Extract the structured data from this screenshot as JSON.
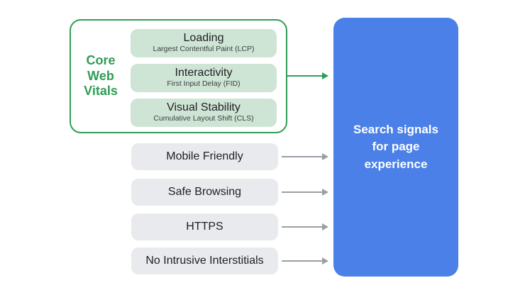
{
  "diagram": {
    "core_web_vitals": {
      "label": "Core Web Vitals",
      "label_lines": [
        "Core",
        "Web",
        "Vitals"
      ],
      "items": [
        {
          "title": "Loading",
          "subtitle": "Largest Contentful Paint (LCP)"
        },
        {
          "title": "Interactivity",
          "subtitle": "First Input Delay (FID)"
        },
        {
          "title": "Visual Stability",
          "subtitle": "Cumulative Layout Shift (CLS)"
        }
      ]
    },
    "other_signals": [
      {
        "label": "Mobile Friendly"
      },
      {
        "label": "Safe Browsing"
      },
      {
        "label": "HTTPS"
      },
      {
        "label": "No Intrusive Interstitials"
      }
    ],
    "target": {
      "label": "Search signals for page experience",
      "lines": [
        "Search signals",
        "for page",
        "experience"
      ]
    },
    "colors": {
      "green": "#2F9E55",
      "green_light": "#CEE4D4",
      "gray_pill": "#E9EAED",
      "arrow_gray": "#9AA0A6",
      "blue": "#4A80E8",
      "text_dark": "#202124",
      "text_sub": "#3C4043",
      "white": "#FFFFFF"
    }
  }
}
